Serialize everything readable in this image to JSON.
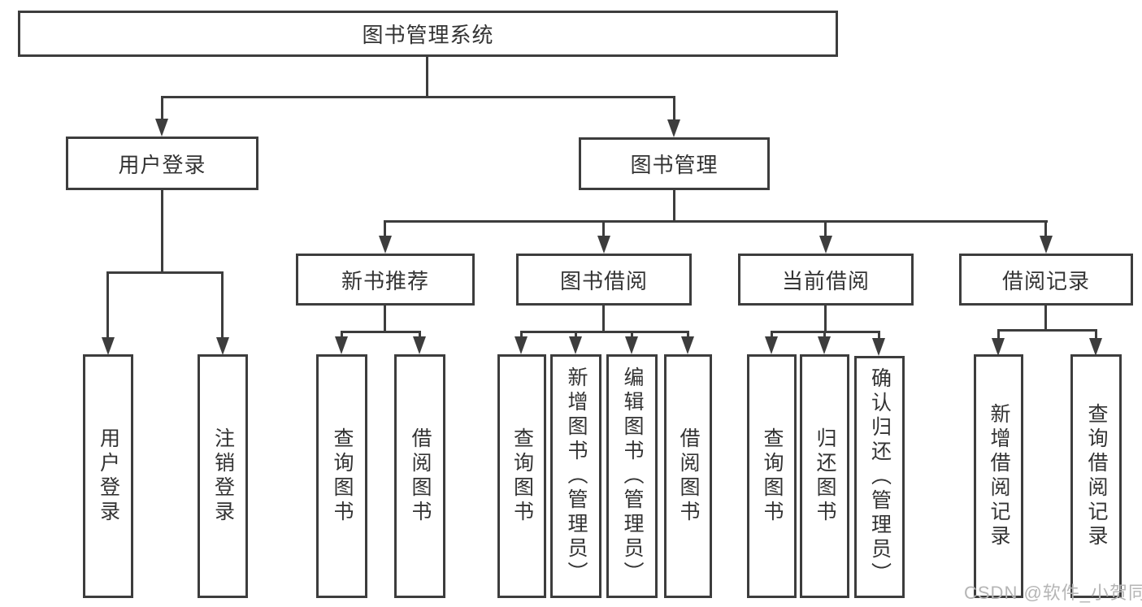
{
  "tree": {
    "root": {
      "label": "图书管理系统",
      "children": [
        {
          "label": "用户登录",
          "children": [
            {
              "label": "用户登录"
            },
            {
              "label": "注销登录"
            }
          ]
        },
        {
          "label": "图书管理",
          "children": [
            {
              "label": "新书推荐",
              "children": [
                {
                  "label": "查询图书"
                },
                {
                  "label": "借阅图书"
                }
              ]
            },
            {
              "label": "图书借阅",
              "children": [
                {
                  "label": "查询图书"
                },
                {
                  "label": "新增图书（管理员）"
                },
                {
                  "label": "编辑图书（管理员）"
                },
                {
                  "label": "借阅图书"
                }
              ]
            },
            {
              "label": "当前借阅",
              "children": [
                {
                  "label": "查询图书"
                },
                {
                  "label": "归还图书"
                },
                {
                  "label": "确认归还（管理员）"
                }
              ]
            },
            {
              "label": "借阅记录",
              "children": [
                {
                  "label": "新增借阅记录"
                },
                {
                  "label": "查询借阅记录"
                }
              ]
            }
          ]
        }
      ]
    }
  },
  "watermark": {
    "text": "CSDN @软件_小贺同学"
  },
  "colors": {
    "line": "#3d3d3d",
    "text": "#333333",
    "watermark": "#b5b5b5",
    "background": "#ffffff"
  }
}
